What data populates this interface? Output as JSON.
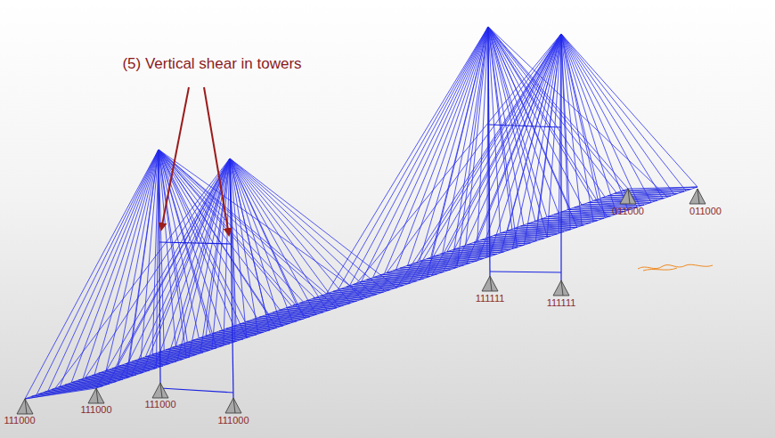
{
  "diagram": {
    "labels": [
      "(5) Vertical shear in towers",
      "111000",
      "111000",
      "111000",
      "111000",
      "111111",
      "111111",
      "011000",
      "011000"
    ]
  }
}
